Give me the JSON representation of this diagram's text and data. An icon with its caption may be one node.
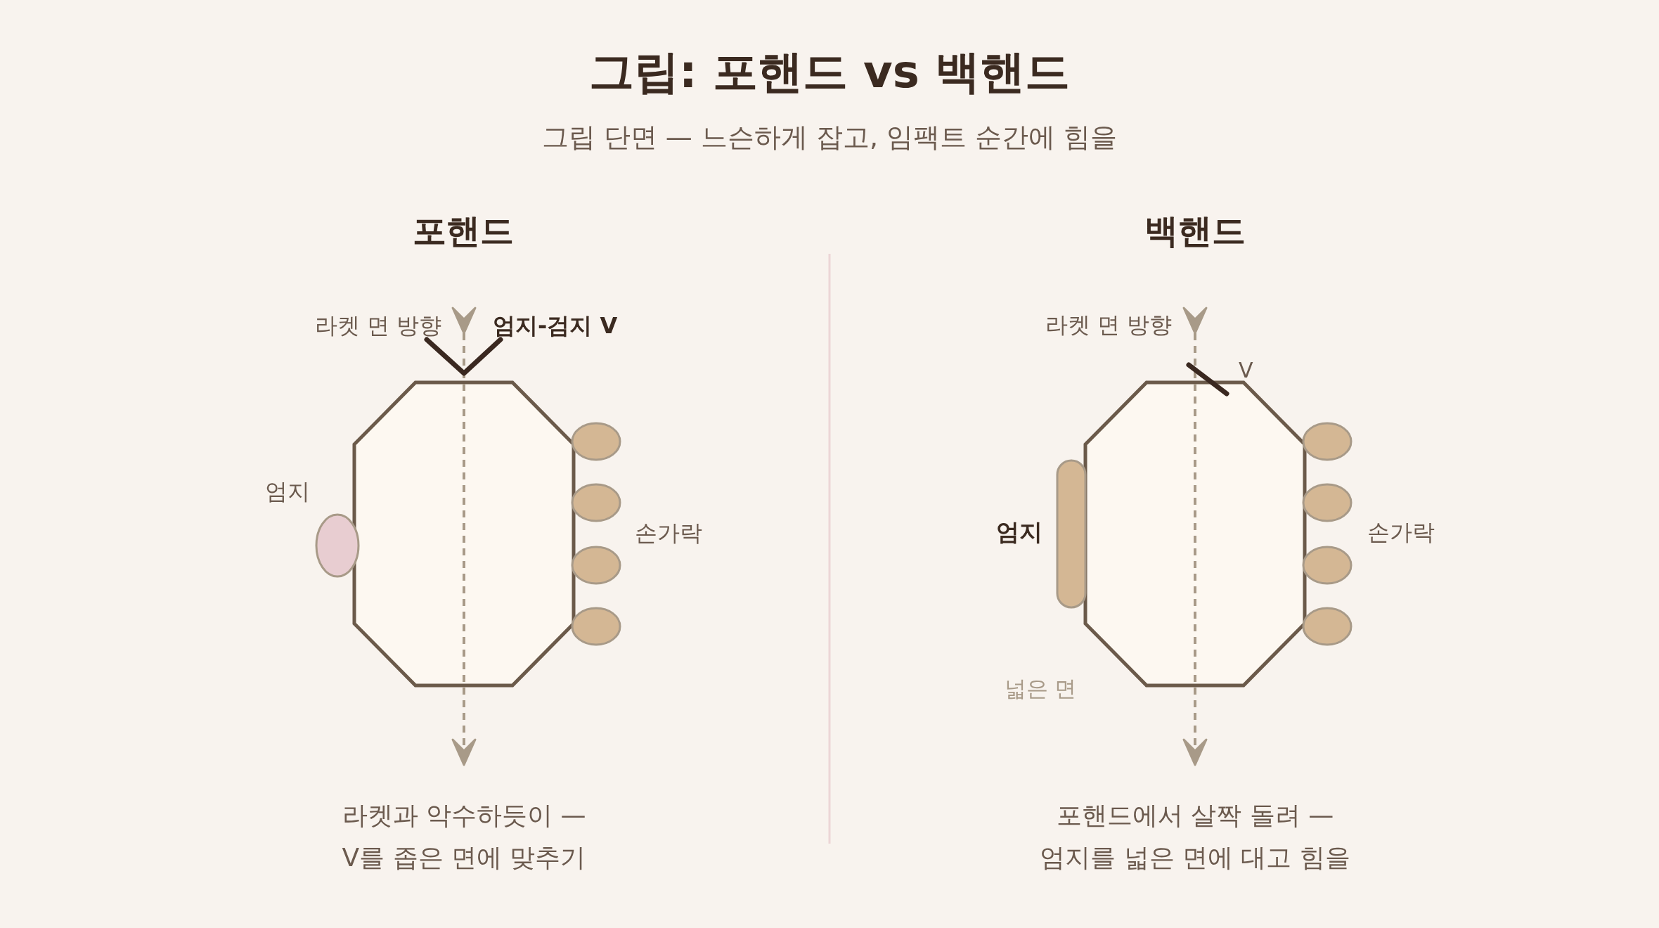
{
  "diagram": {
    "title": "그립: 포핸드 vs 백핸드",
    "nodes": [
      {
        "text": [],
        "shape": "octagon"
      },
      {
        "text": [],
        "shape": "octagon"
      }
    ],
    "labels": [
      "그립 단면 — 느슨하게 잡고, 임팩트 순간에 힘을",
      "포핸드",
      "라켓 면 방향",
      "엄지-검지 V",
      "엄지",
      "손가락",
      "라켓과 악수하듯이 — V를 좁은 면에 맞추기",
      "백핸드",
      "라켓 면 방향",
      "V",
      "엄지",
      "손가락",
      "넓은 면",
      "포핸드에서 살짝 돌려 — 엄지를 넓은 면에 대고 힘을"
    ]
  }
}
